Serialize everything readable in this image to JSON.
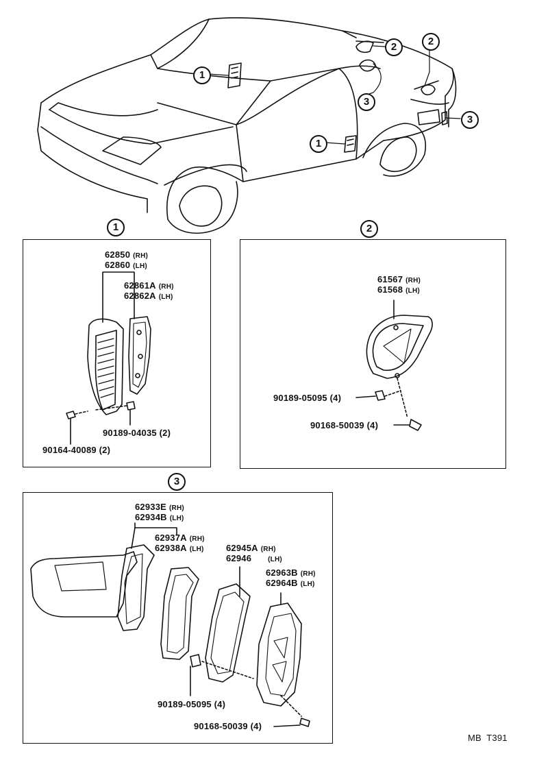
{
  "callouts": {
    "one": "1",
    "two": "2",
    "three": "3"
  },
  "panel1": {
    "p1": "62850",
    "p1s": "(RH)",
    "p2": "62860",
    "p2s": "(LH)",
    "p3": "62861A",
    "p3s": "(RH)",
    "p4": "62862A",
    "p4s": "(LH)",
    "clip": "90189-04035 (2)",
    "screw": "90164-40089 (2)"
  },
  "panel2": {
    "p1": "61567",
    "p1s": "(RH)",
    "p2": "61568",
    "p2s": "(LH)",
    "clip": "90189-05095 (4)",
    "screw": "90168-50039 (4)"
  },
  "panel3": {
    "p1": "62933E",
    "p1s": "(RH)",
    "p2": "62934B",
    "p2s": "(LH)",
    "p3": "62937A",
    "p3s": "(RH)",
    "p4": "62938A",
    "p4s": "(LH)",
    "p5": "62945A",
    "p5s": "(RH)",
    "p6": "62946",
    "p6s": "(LH)",
    "p7": "62963B",
    "p7s": "(RH)",
    "p8": "62964B",
    "p8s": "(LH)",
    "clip": "90189-05095 (4)",
    "screw": "90168-50039 (4)"
  },
  "footer": {
    "code": "MB  T391"
  }
}
